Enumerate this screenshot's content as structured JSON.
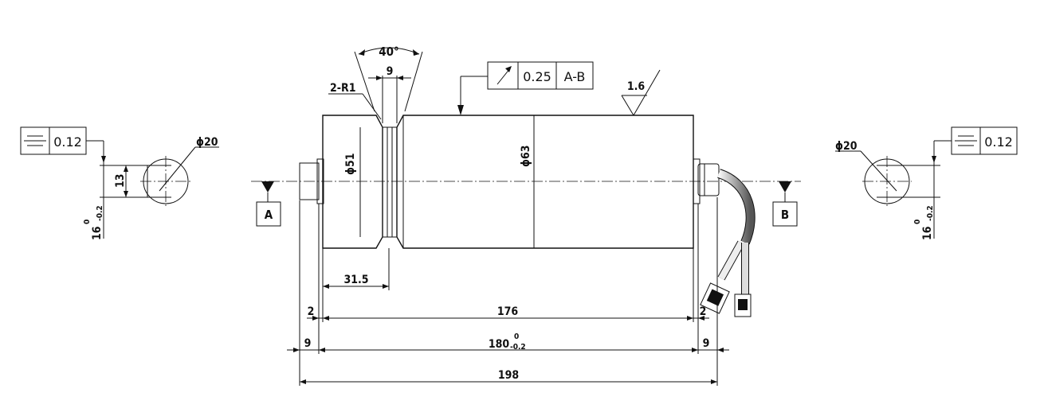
{
  "labels": {
    "angle": "40°",
    "groove_width": "9",
    "radius": "2-R1",
    "runout_value": "0.25",
    "runout_datum": "A-B",
    "roughness": "1.6",
    "dia_body": "ϕ63",
    "dia_groove": "ϕ51",
    "len_31_5": "31.5",
    "len_2_left": "2",
    "len_176": "176",
    "len_2_right": "2",
    "len_9_left": "9",
    "len_180": "180",
    "tol_180_upper": "0",
    "tol_180_lower": "-0.2",
    "len_9_right": "9",
    "len_198": "198",
    "datum_a": "A",
    "datum_b": "B",
    "left_sym_value": "0.12",
    "left_dia": "ϕ20",
    "left_flat": "13",
    "left_height": "16",
    "left_height_tol_upper": "0",
    "left_height_tol_lower": "-0.2",
    "right_sym_value": "0.12",
    "right_dia": "ϕ20",
    "right_height": "16",
    "right_height_tol_upper": "0",
    "right_height_tol_lower": "-0.2"
  },
  "icons": {
    "symmetry": "symmetry-icon",
    "runout": "circular-runout-icon",
    "roughness": "surface-roughness-icon",
    "datum": "datum-triangle-icon"
  }
}
